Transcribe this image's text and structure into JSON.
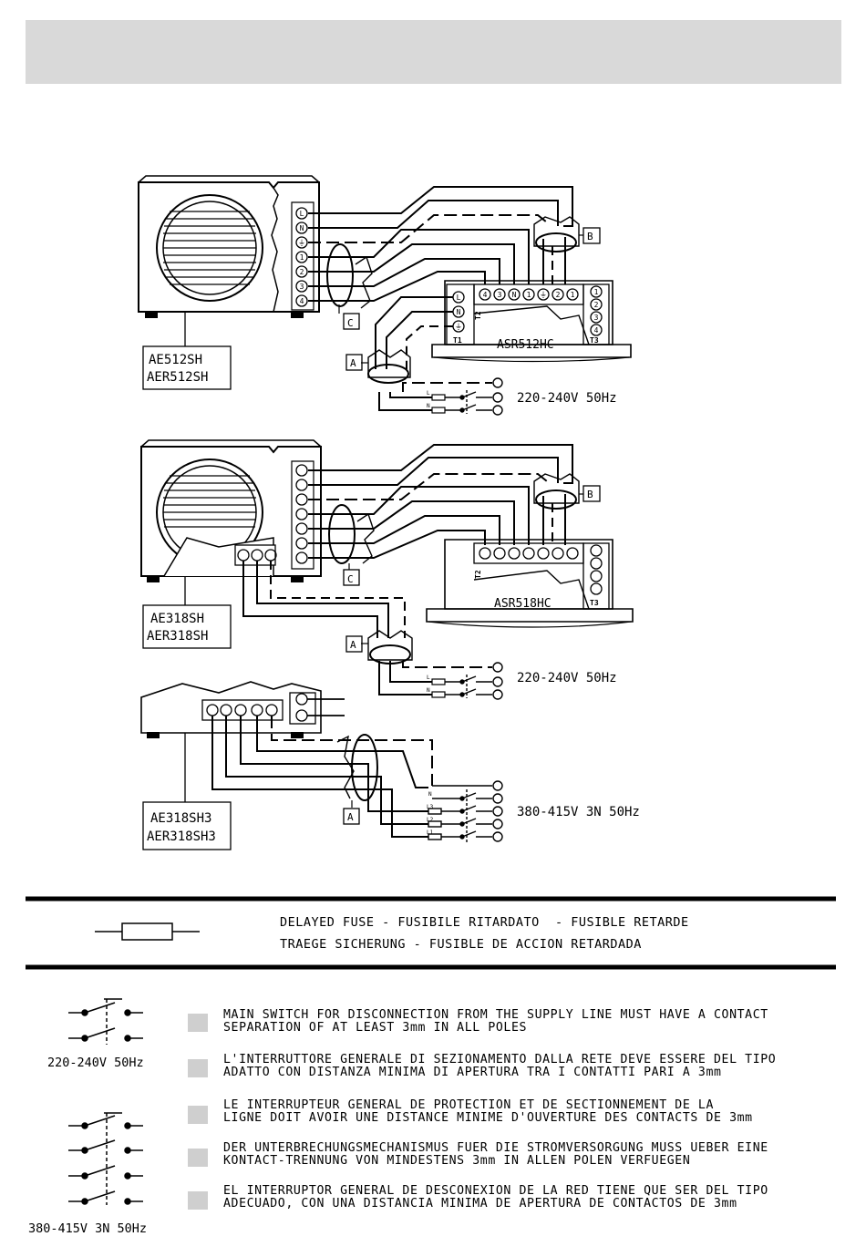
{
  "diagram1": {
    "outdoor_model": [
      "AE512SH",
      "AER512SH"
    ],
    "indoor_model": "ASR512HC",
    "supply": "220-240V 50Hz",
    "labels": {
      "A": "A",
      "B": "B",
      "C": "C"
    },
    "outdoor_terminals": [
      "L",
      "N",
      "⏚",
      "1",
      "2",
      "3",
      "4"
    ],
    "t1_terminals": [
      "L",
      "N",
      "⏚"
    ],
    "t1_label": "T1",
    "t2_label": "T2",
    "t3_label": "T3",
    "t2_terminals": [
      "4",
      "3",
      "N",
      "1",
      "⏚",
      "2",
      "1"
    ],
    "t3_terminals": [
      "1",
      "2",
      "3",
      "4"
    ],
    "line_labels": [
      "L",
      "N"
    ]
  },
  "diagram2": {
    "outdoor_model": [
      "AE318SH",
      "AER318SH"
    ],
    "indoor_model": "ASR518HC",
    "supply": "220-240V 50Hz",
    "labels": {
      "A": "A",
      "B": "B",
      "C": "C"
    },
    "line_labels": [
      "L",
      "N"
    ],
    "t2_label": "T2",
    "t3_label": "T3"
  },
  "diagram3": {
    "outdoor_model": [
      "AE318SH3",
      "AER318SH3"
    ],
    "supply": "380-415V 3N 50Hz",
    "label_a": "A",
    "line_labels": [
      "N",
      "L3",
      "L2",
      "L1"
    ]
  },
  "fuse_legend": {
    "line1": "DELAYED FUSE - FUSIBILE RITARDATO  - FUSIBLE RETARDE",
    "line2": "TRAEGE SICHERUNG - FUSIBLE DE ACCION RETARDADA"
  },
  "switch_labels": {
    "single": "220-240V 50Hz",
    "three": "380-415V 3N 50Hz"
  },
  "notes": [
    "MAIN SWITCH FOR DISCONNECTION FROM THE SUPPLY LINE MUST HAVE A CONTACT\nSEPARATION OF AT LEAST 3mm IN ALL POLES",
    "L'INTERRUTTORE GENERALE DI SEZIONAMENTO DALLA RETE DEVE ESSERE DEL TIPO\nADATTO CON DISTANZA MINIMA DI APERTURA TRA I CONTATTI PARI A 3mm",
    "LE INTERRUPTEUR GENERAL DE PROTECTION ET DE SECTIONNEMENT DE LA\nLIGNE DOIT AVOIR UNE DISTANCE MINIME D'OUVERTURE DES CONTACTS DE 3mm",
    "DER UNTERBRECHUNGSMECHANISMUS FUER DIE STROMVERSORGUNG MUSS UEBER EINE\nKONTACT-TRENNUNG VON MINDESTENS 3mm IN ALLEN POLEN VERFUEGEN",
    "EL INTERRUPTOR GENERAL DE DESCONEXION DE LA RED TIENE QUE SER DEL TIPO\nADECUADO, CON UNA DISTANCIA MINIMA DE APERTURA DE CONTACTOS DE 3mm"
  ],
  "colors": {
    "header": "#d9d9d9",
    "note_square": "#cfcfcf"
  }
}
